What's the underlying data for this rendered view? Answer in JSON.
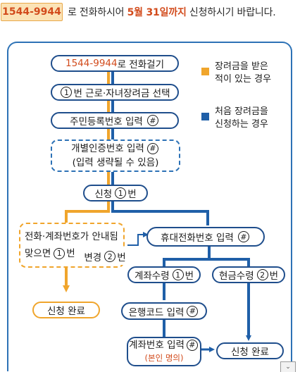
{
  "header": {
    "phone": "1544-9944",
    "text_before": "로 전화하시어",
    "deadline": "5월 31일까지",
    "text_after": "신청하시기 바랍니다."
  },
  "legend": {
    "orange_label_1": "장려금을 받은",
    "orange_label_2": "적이 있는 경우",
    "blue_label_1": "처음 장려금을",
    "blue_label_2": "신청하는 경우"
  },
  "steps": {
    "call": {
      "number": "1544-9944",
      "text": "로 전화걸기"
    },
    "select": {
      "key": "1",
      "text": "번 근로·자녀장려금 선택"
    },
    "resident_id": {
      "text": "주민등록번호 입력",
      "key": "#"
    },
    "personal_auth_1": {
      "text": "개별인증번호 입력",
      "key": "#"
    },
    "personal_auth_2": "(입력 생략될 수 있음)",
    "apply": {
      "text_before": "신청",
      "key": "1",
      "text_after": "번"
    },
    "guidance_1": "전화·계좌번호가 안내됨",
    "guidance_2_before": "맞으면",
    "guidance_2_key": "1",
    "guidance_2_after": "번",
    "change_before": "변경",
    "change_key": "2",
    "change_after": "번",
    "mobile": {
      "text": "휴대전화번호 입력",
      "key": "#"
    },
    "account_receive": {
      "text": "계좌수령",
      "key": "1",
      "suffix": "번"
    },
    "cash_receive": {
      "text": "현금수령",
      "key": "2",
      "suffix": "번"
    },
    "bank_code": {
      "text": "은행코드 입력",
      "key": "#"
    },
    "account_number": {
      "text": "계좌번호 입력",
      "key": "#",
      "sub": "(본인 명의)"
    },
    "done_left": "신청 완료",
    "done_right": "신청 완료"
  },
  "colors": {
    "orange": "#f0a52c",
    "blue": "#1f5fa8",
    "navy": "#1f4e8c",
    "accent_red": "#d24b1c"
  },
  "icons": {
    "bottom_button": "chevron-down-icon"
  }
}
